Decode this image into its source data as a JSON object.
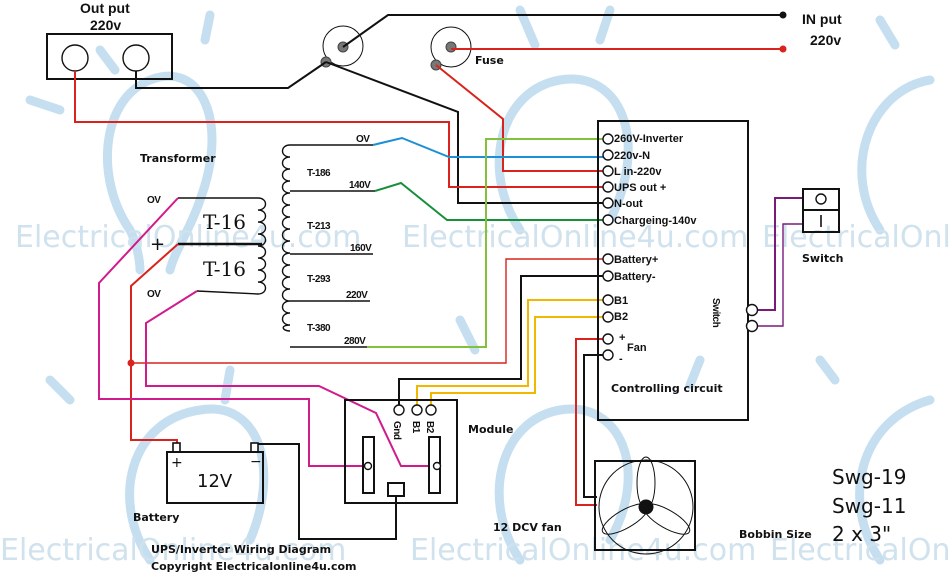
{
  "title": "UPS/Inverter Wiring Diagram",
  "copyright": "Copyright Electricalonline4u.com",
  "watermark": "ElectricalOnline4u.com",
  "output": {
    "label": "Out put",
    "voltage": "220v"
  },
  "input": {
    "label": "IN put",
    "voltage": "220v"
  },
  "fuse": {
    "label": "Fuse"
  },
  "transformer": {
    "label": "Transformer",
    "primary": [
      {
        "name": "T-186",
        "tap": "OV"
      },
      {
        "name": "T-213",
        "tap": "140V"
      },
      {
        "name": "T-293",
        "tap": "160V"
      },
      {
        "name": "T-380",
        "tap": "220V"
      }
    ],
    "end_tap": "280V",
    "secondary": [
      {
        "name": "T-16",
        "tap": "OV"
      },
      {
        "name": "T-16",
        "tap": "OV"
      }
    ],
    "center_tap": "+"
  },
  "controller": {
    "label": "Controlling circuit",
    "terminals": [
      "260V-Inverter",
      "220v-N",
      "L in-220v",
      "UPS out +",
      "N-out",
      "Chargeing-140v",
      "Battery+",
      "Battery-",
      "B1",
      "B2",
      "+",
      "-"
    ],
    "fan_label": "Fan",
    "switch_label": "Switch"
  },
  "switch": {
    "label": "Switch",
    "on": "O",
    "off": "I"
  },
  "module": {
    "label": "Module",
    "terminals": [
      "Gnd",
      "B1",
      "B2"
    ]
  },
  "battery": {
    "label": "Battery",
    "voltage": "12V",
    "plus": "+",
    "minus": "−"
  },
  "fan": {
    "label": "12 DCV fan"
  },
  "specs": {
    "bobbin_label": "Bobbin Size",
    "wire1": "Swg-19",
    "wire2": "Swg-11",
    "bobbin": "2 x 3\""
  },
  "wire_colors": {
    "neutral": "#111111",
    "live": "#d9231c",
    "tap_0v": "#1c8fd6",
    "tap_140v": "#17903a",
    "tap_280v": "#83c13a",
    "sense": "#f1b800",
    "secondary": "#d11a8c",
    "switch": "#7a1b7a"
  }
}
